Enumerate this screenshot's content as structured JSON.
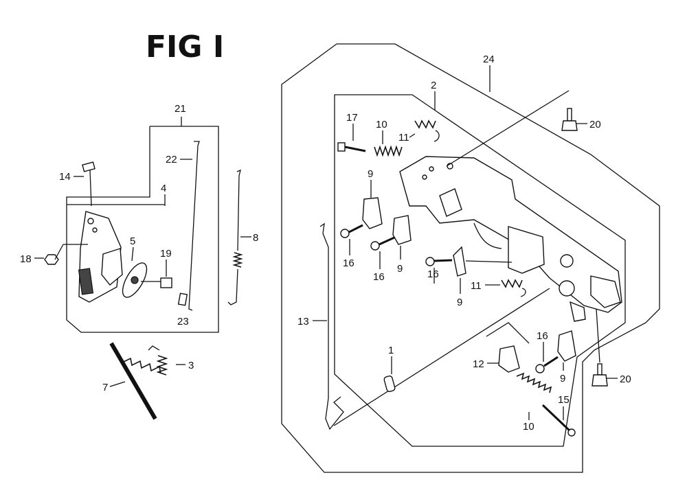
{
  "figure": {
    "title": "FIG I"
  },
  "callouts": [
    {
      "id": "c21",
      "text": "21"
    },
    {
      "id": "c22",
      "text": "22"
    },
    {
      "id": "c14",
      "text": "14"
    },
    {
      "id": "c4",
      "text": "4"
    },
    {
      "id": "c5",
      "text": "5"
    },
    {
      "id": "c19",
      "text": "19"
    },
    {
      "id": "c18",
      "text": "18"
    },
    {
      "id": "c8",
      "text": "8"
    },
    {
      "id": "c23",
      "text": "23"
    },
    {
      "id": "c3",
      "text": "3"
    },
    {
      "id": "c7",
      "text": "7"
    },
    {
      "id": "c24",
      "text": "24"
    },
    {
      "id": "c2",
      "text": "2"
    },
    {
      "id": "c20a",
      "text": "20"
    },
    {
      "id": "c17",
      "text": "17"
    },
    {
      "id": "c10a",
      "text": "10"
    },
    {
      "id": "c11a",
      "text": "11"
    },
    {
      "id": "c9a",
      "text": "9"
    },
    {
      "id": "c16a",
      "text": "16"
    },
    {
      "id": "c16b",
      "text": "16"
    },
    {
      "id": "c9b",
      "text": "9"
    },
    {
      "id": "c16c",
      "text": "16"
    },
    {
      "id": "c9c",
      "text": "9"
    },
    {
      "id": "c11b",
      "text": "11"
    },
    {
      "id": "c13",
      "text": "13"
    },
    {
      "id": "c1",
      "text": "1"
    },
    {
      "id": "c16d",
      "text": "16"
    },
    {
      "id": "c12",
      "text": "12"
    },
    {
      "id": "c9d",
      "text": "9"
    },
    {
      "id": "c20b",
      "text": "20"
    },
    {
      "id": "c15",
      "text": "15"
    },
    {
      "id": "c10b",
      "text": "10"
    }
  ]
}
